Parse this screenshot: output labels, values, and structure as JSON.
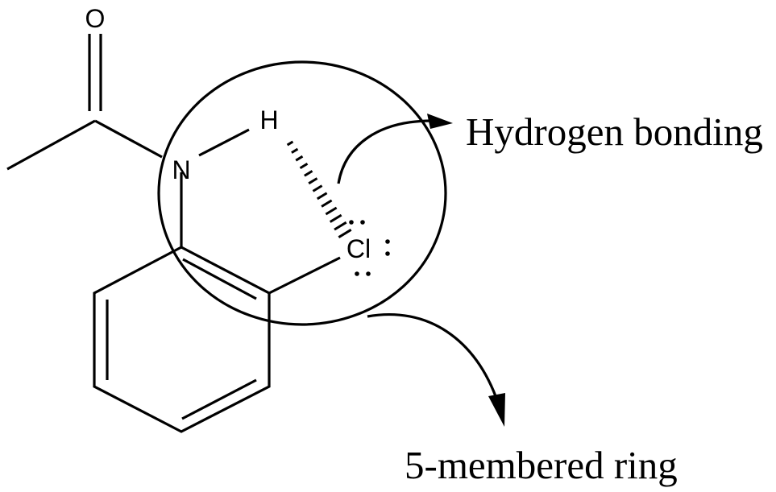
{
  "molecule": {
    "atoms": {
      "oxygen": "O",
      "nitrogen": "N",
      "hydrogen": "H",
      "chlorine": "Cl"
    }
  },
  "annotations": {
    "hydrogen_bonding": "Hydrogen bonding",
    "ring": "5-membered ring"
  },
  "colors": {
    "ink": "#000000",
    "background": "#ffffff"
  }
}
